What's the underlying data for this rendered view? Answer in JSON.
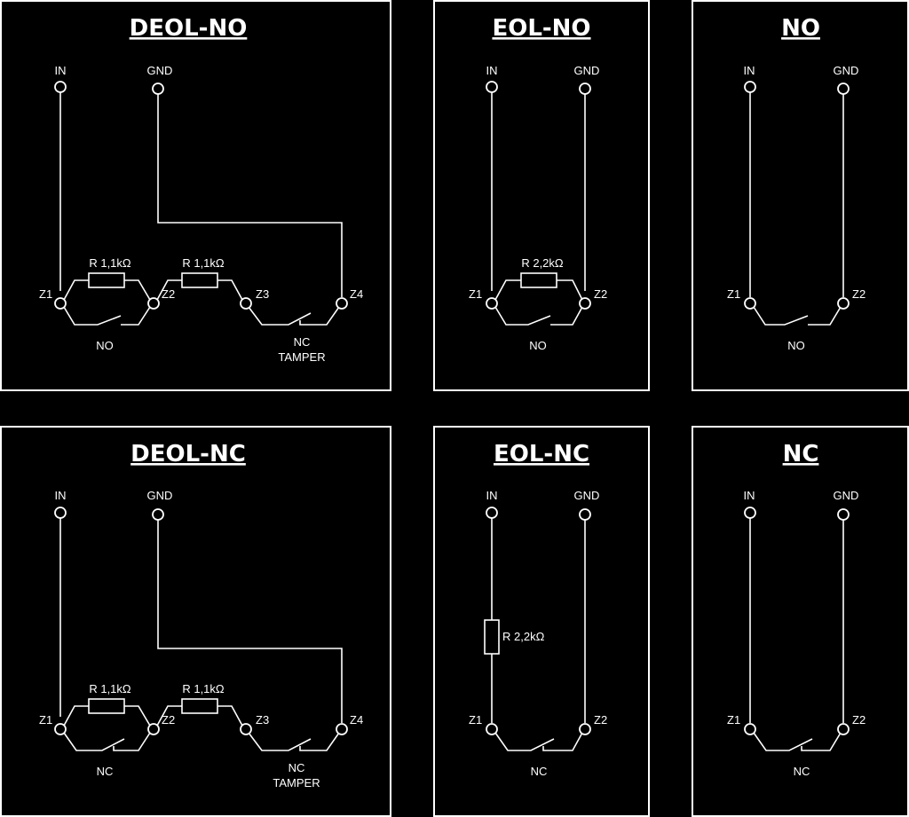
{
  "panels": {
    "deol_no": {
      "title": "DEOL-NO",
      "in": "IN",
      "gnd": "GND",
      "r1": "R 1,1kΩ",
      "r2": "R 1,1kΩ",
      "z1": "Z1",
      "z2": "Z2",
      "z3": "Z3",
      "z4": "Z4",
      "contact": "NO",
      "tamper_contact": "NC",
      "tamper": "TAMPER"
    },
    "eol_no": {
      "title": "EOL-NO",
      "in": "IN",
      "gnd": "GND",
      "r": "R 2,2kΩ",
      "z1": "Z1",
      "z2": "Z2",
      "contact": "NO"
    },
    "no": {
      "title": "NO",
      "in": "IN",
      "gnd": "GND",
      "z1": "Z1",
      "z2": "Z2",
      "contact": "NO"
    },
    "deol_nc": {
      "title": "DEOL-NC",
      "in": "IN",
      "gnd": "GND",
      "r1": "R 1,1kΩ",
      "r2": "R 1,1kΩ",
      "z1": "Z1",
      "z2": "Z2",
      "z3": "Z3",
      "z4": "Z4",
      "contact": "NC",
      "tamper_contact": "NC",
      "tamper": "TAMPER"
    },
    "eol_nc": {
      "title": "EOL-NC",
      "in": "IN",
      "gnd": "GND",
      "r": "R 2,2kΩ",
      "z1": "Z1",
      "z2": "Z2",
      "contact": "NC"
    },
    "nc": {
      "title": "NC",
      "in": "IN",
      "gnd": "GND",
      "z1": "Z1",
      "z2": "Z2",
      "contact": "NC"
    }
  },
  "colors": {
    "background": "#000000",
    "line": "#ffffff"
  }
}
